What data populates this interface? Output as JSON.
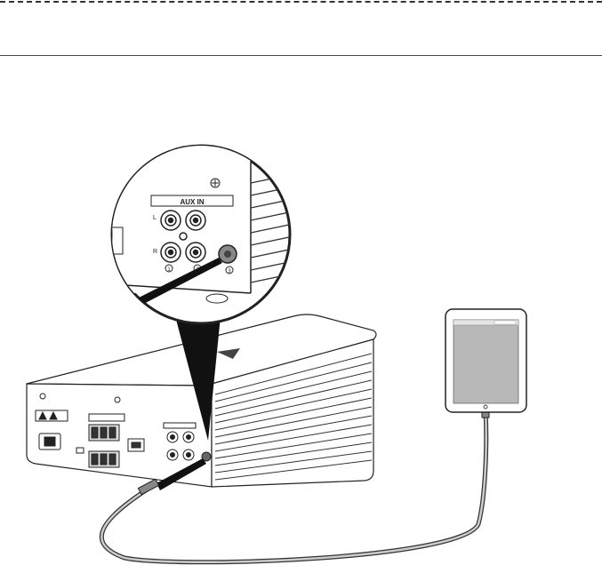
{
  "panel_labels": {
    "aux_in": "AUX IN",
    "left": "L",
    "right": "R",
    "input_1": "1",
    "input_2": "2",
    "input_3": "3"
  },
  "colors": {
    "line": "#222222",
    "device_fill": "#ffffff",
    "tablet_screen": "#b8b8b8",
    "cable": "#555555"
  }
}
